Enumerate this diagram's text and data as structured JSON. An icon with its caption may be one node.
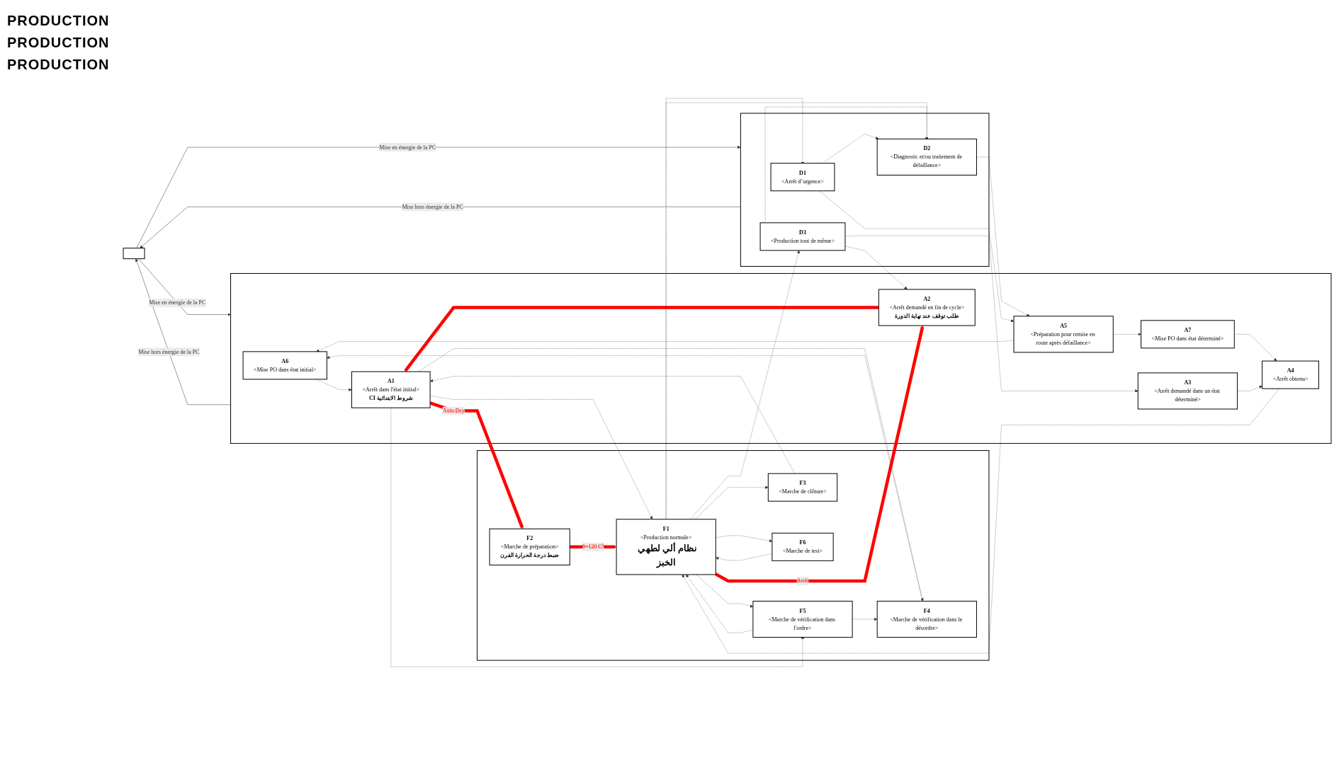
{
  "diagram": {
    "nodes": [
      {
        "text": [],
        "shape": "box"
      },
      {
        "text": [],
        "shape": "box"
      },
      {
        "text": [
          "A6",
          "<Mise PO dans état initial>"
        ],
        "in": 1
      },
      {
        "text": [
          "A1",
          "<Arrêt dans l'état initial>",
          "CI شروط الابتدائية"
        ],
        "in": 1
      },
      {
        "text": [
          "A7",
          "<Mise PO dans état déterminé>"
        ],
        "in": 1
      },
      {
        "text": [
          "A4",
          "<Arrêt obtenu>"
        ],
        "in": 1
      },
      {
        "text": [
          "A5",
          "<Préparation pour remise en route après défaillance>"
        ],
        "in": 1
      },
      {
        "text": [
          "A2",
          "<Arrêt demandé en fin de cycle>",
          "طلب توقف عند نهاية الدورة"
        ],
        "in": 1
      },
      {
        "text": [
          "A3",
          "<Arrêt demandé dans un état déterminé>"
        ],
        "in": 1
      },
      {
        "text": [],
        "shape": "box"
      },
      {
        "text": [
          "F4",
          "<Marche de vérification dans le désordre>"
        ],
        "in": 9
      },
      {
        "text": [
          "F2",
          "<Marche de préparation>",
          "ضبط درجة الحرارة الفرن"
        ],
        "in": 9
      },
      {
        "text": [
          "F3",
          "<Marche de clôture>"
        ],
        "in": 9
      },
      {
        "text": [
          "F5",
          "<Marche de vérification dans l'ordre>"
        ],
        "in": 9
      },
      {
        "text": [
          "F1",
          "<Production normale>",
          "نظام ألي لطهي الخبز"
        ],
        "in": 9
      },
      {
        "text": [
          "F6",
          "<Marche de test>"
        ],
        "in": 9
      },
      {
        "text": [],
        "shape": "box"
      },
      {
        "text": [
          "D2",
          "<Diagnostic et/ou traitement de défaillance>"
        ],
        "in": 16
      },
      {
        "text": [
          "D3",
          "<Production tout de même>"
        ],
        "in": 16
      },
      {
        "text": [
          "D1",
          "<Arrêt d’urgence>"
        ],
        "in": 16
      }
    ],
    "edges": [
      {
        "from": 0,
        "to": 1,
        "arrow": "to",
        "label": "Mise en énergie de la PC"
      },
      {
        "from": 1,
        "to": 0,
        "arrow": "to",
        "label": "Mise hors énergie de la PC"
      },
      {
        "from": 0,
        "to": 16,
        "arrow": "to",
        "label": "Mise en énergie de la PC"
      },
      {
        "from": 16,
        "to": 0,
        "arrow": "to",
        "label": "Mise hors énergie de la PC"
      },
      {
        "from": 2,
        "to": 3,
        "arrow": "to",
        "style": "dashed"
      },
      {
        "from": 4,
        "to": 5,
        "arrow": "to",
        "style": "dashed"
      },
      {
        "from": 6,
        "to": 2,
        "arrow": "to",
        "style": "dashed"
      },
      {
        "from": 6,
        "to": 4,
        "arrow": "to",
        "style": "dashed"
      },
      {
        "from": 8,
        "to": 5,
        "arrow": "to",
        "style": "dashed"
      },
      {
        "from": 5,
        "to": 14,
        "arrow": "to",
        "style": "dashed"
      },
      {
        "from": 3,
        "to": 14,
        "arrow": "to",
        "style": "dashed"
      },
      {
        "from": 3,
        "to": 10,
        "arrow": "to",
        "style": "dashed"
      },
      {
        "from": 3,
        "to": 13,
        "arrow": "to",
        "style": "dashed"
      },
      {
        "from": 10,
        "to": 2,
        "arrow": "to",
        "style": "dashed"
      },
      {
        "from": 12,
        "to": 3,
        "arrow": "to",
        "style": "dashed"
      },
      {
        "from": 3,
        "to": 11,
        "arrow": "to",
        "style": "thick",
        "color": "#ff0000",
        "label": "Auto.Dcy"
      },
      {
        "from": 11,
        "to": 14,
        "arrow": "to",
        "style": "thick",
        "color": "#ff0000",
        "label": "θ=120 C⁰"
      },
      {
        "from": 14,
        "to": 7,
        "arrow": "to",
        "style": "thick",
        "color": "#ff0000",
        "label": "Arrêt"
      },
      {
        "from": 7,
        "to": 3,
        "arrow": "to",
        "style": "thick",
        "color": "#ff0000"
      },
      {
        "from": 14,
        "to": 12,
        "arrow": "to",
        "style": "dashed"
      },
      {
        "from": 13,
        "to": 10,
        "arrow": "to",
        "style": "dashed"
      },
      {
        "from": 13,
        "to": 14,
        "arrow": "to",
        "style": "dashed"
      },
      {
        "from": 14,
        "to": 13,
        "arrow": "to",
        "style": "dashed"
      },
      {
        "from": 15,
        "to": 14,
        "arrow": "to",
        "style": "dashed"
      },
      {
        "from": 14,
        "to": 15,
        "arrow": "to",
        "style": "dashed"
      },
      {
        "from": 18,
        "to": 7,
        "arrow": "to",
        "style": "dashed"
      },
      {
        "from": 18,
        "to": 8,
        "arrow": "to",
        "style": "dashed"
      },
      {
        "from": 14,
        "to": 18,
        "arrow": "to",
        "style": "dashed"
      },
      {
        "from": 18,
        "to": 17,
        "arrow": "to",
        "style": "dashed"
      },
      {
        "from": 17,
        "to": 6,
        "arrow": "to",
        "style": "dashed"
      },
      {
        "from": 19,
        "to": 6,
        "arrow": "to",
        "style": "dashed"
      },
      {
        "from": 19,
        "to": 17,
        "arrow": "to",
        "style": "dashed"
      },
      {
        "from": 14,
        "to": 17,
        "arrow": "to",
        "style": "dashed"
      },
      {
        "from": 14,
        "to": 19,
        "arrow": "to",
        "style": "dashed"
      }
    ],
    "labels": [
      "PRODUCTION",
      "PRODUCTION",
      "PRODUCTION"
    ]
  }
}
